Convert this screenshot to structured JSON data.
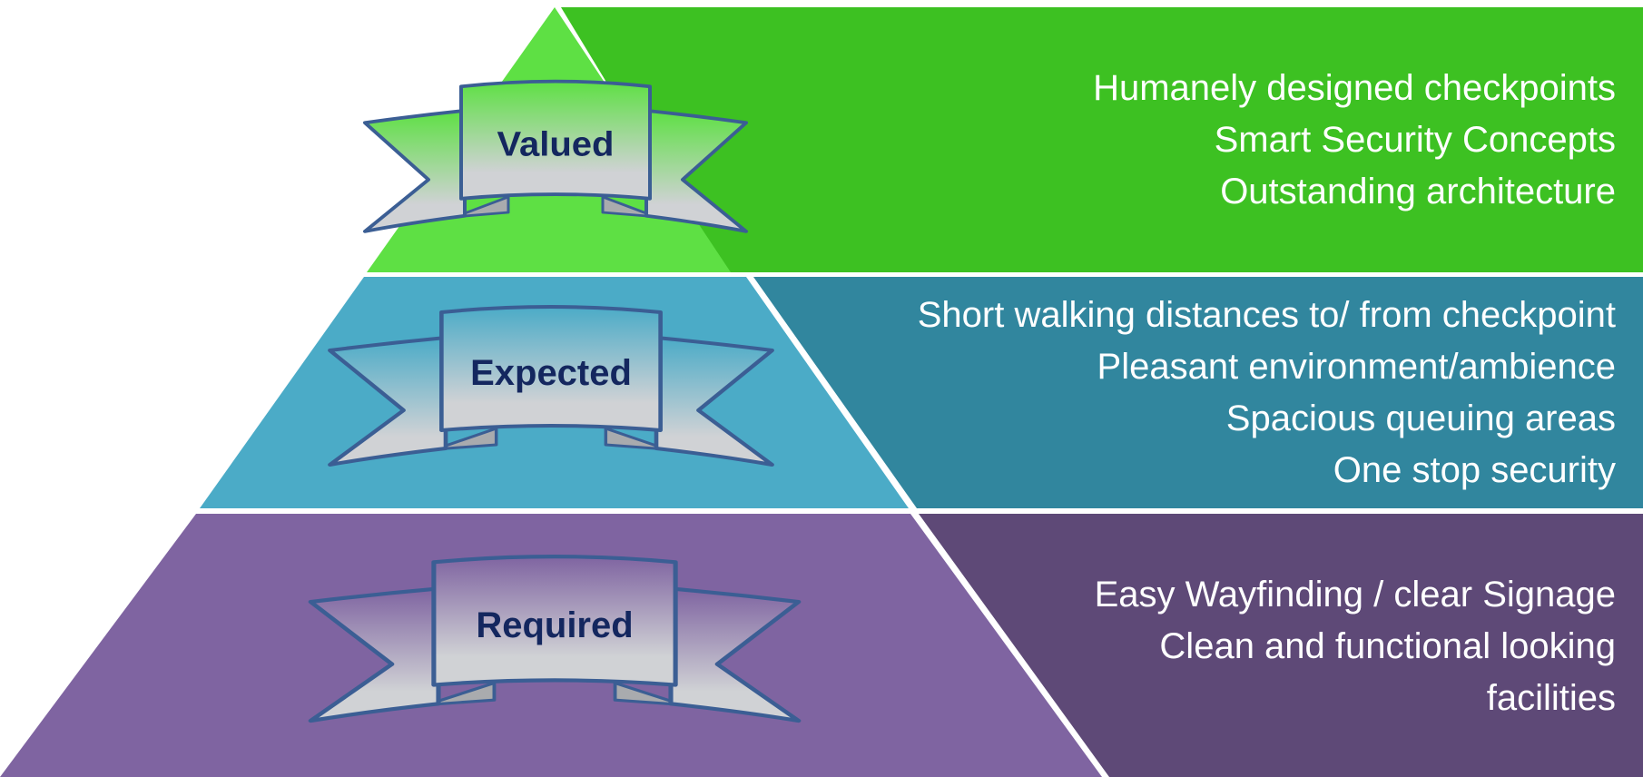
{
  "pyramid": {
    "tiers": [
      {
        "key": "valued",
        "label": "Valued",
        "color": "#5ee044",
        "band_color": "#3dc122",
        "items": [
          "Humanely designed checkpoints",
          "Smart Security Concepts",
          "Outstanding architecture"
        ]
      },
      {
        "key": "expected",
        "label": "Expected",
        "color": "#4babc7",
        "band_color": "#31869e",
        "items": [
          "Short walking distances to/ from checkpoint",
          "Pleasant environment/ambience",
          "Spacious queuing areas",
          "One stop security"
        ]
      },
      {
        "key": "required",
        "label": "Required",
        "color": "#7f64a1",
        "band_color": "#5e4977",
        "items": [
          "Easy Wayfinding / clear Signage",
          "Clean and functional looking",
          "facilities"
        ]
      }
    ],
    "ribbon": {
      "fill_top": "#ffffff",
      "fill_bottom": "#d0d2d5",
      "outline": "#3b5e94",
      "fold": "#a9abae",
      "text_color": "#14275f"
    }
  }
}
